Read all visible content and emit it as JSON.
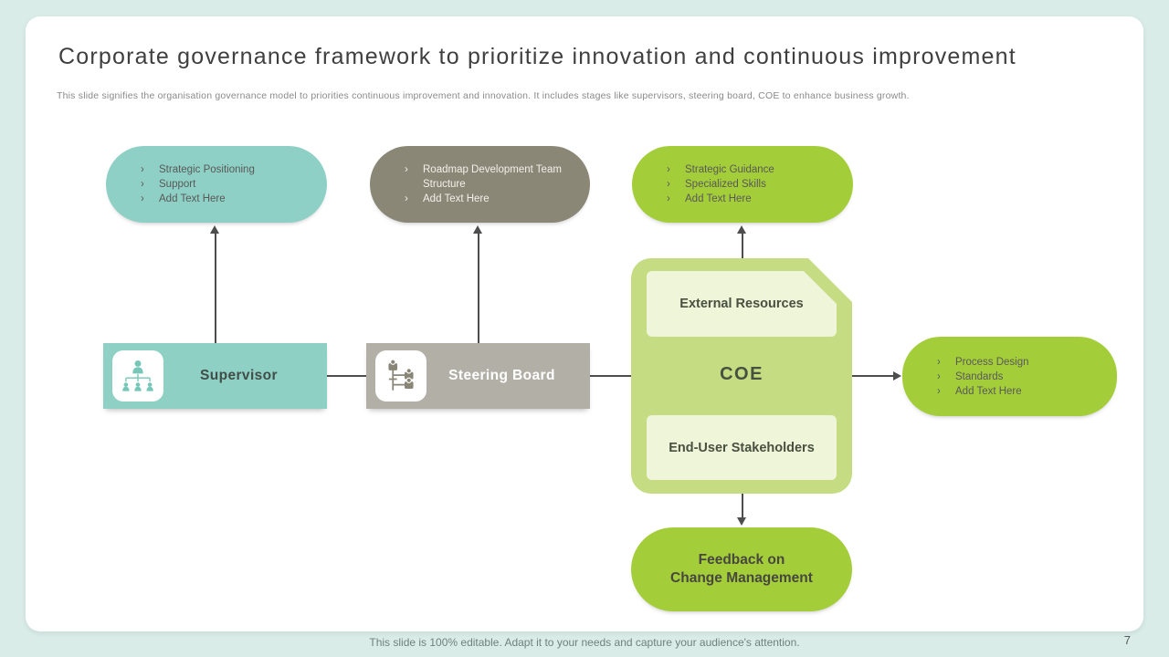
{
  "ui": {
    "bullet": "›"
  },
  "slide": {
    "title": "Corporate governance framework to prioritize innovation and continuous improvement",
    "subtitle": "This slide signifies the organisation governance model to priorities continuous improvement and innovation. It includes stages like supervisors, steering board, COE to enhance business growth.",
    "footer": "This slide is 100% editable. Adapt it to your needs and capture your audience's attention.",
    "page_number": "7"
  },
  "notes": {
    "supervisor": {
      "items": [
        "Strategic Positioning",
        "Support",
        "Add Text Here"
      ]
    },
    "steering_board": {
      "items": [
        "Roadmap Development Team Structure",
        "Add Text Here"
      ]
    },
    "coe": {
      "items": [
        "Strategic Guidance",
        "Specialized Skills",
        "Add Text Here"
      ]
    },
    "output": {
      "items": [
        "Process Design",
        "Standards",
        "Add Text Here"
      ]
    }
  },
  "nodes": {
    "supervisor": {
      "label": "Supervisor",
      "icon": "org-chart-icon"
    },
    "steering_board": {
      "label": "Steering Board",
      "icon": "hierarchy-icon"
    },
    "coe": {
      "label": "COE",
      "top_box": "External Resources",
      "bottom_box": "End-User Stakeholders"
    },
    "feedback": {
      "line1": "Feedback on",
      "line2": "Change Management"
    }
  },
  "colors": {
    "background": "#d9ece7",
    "teal": "#8ed0c5",
    "olive": "#8b8777",
    "gray": "#b2b0a6",
    "green": "#a4cd3a",
    "coe_fill": "#c5dc82",
    "coe_inner": "#eff5d9"
  }
}
